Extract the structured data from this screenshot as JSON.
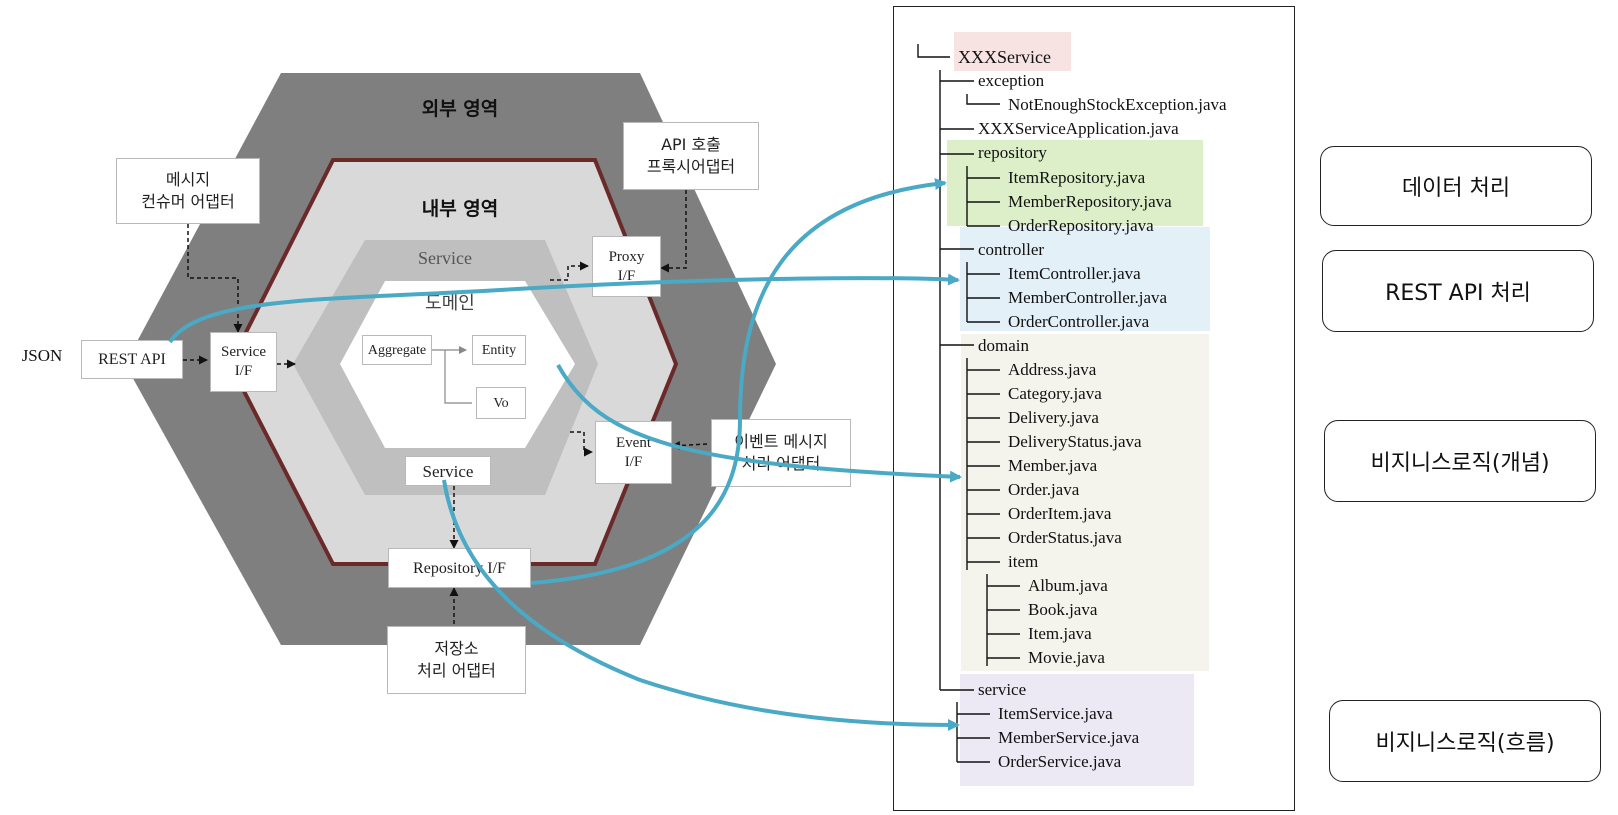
{
  "colors": {
    "outer_hex": "#7f7f7f",
    "inner_hex": "#d9d9d9",
    "inner_hex_border": "#6b2a2a",
    "service_hex": "#bfbfbf",
    "domain_hex": "#ffffff",
    "arrow": "#4aa9c4",
    "highlight_root": "#f8e3e3",
    "highlight_repository": "#dcefc8",
    "highlight_controller": "#e3f0f8",
    "highlight_domain": "#f4f4ec",
    "highlight_service": "#ece8f4"
  },
  "hexagon": {
    "outer_label": "외부 영역",
    "inner_label": "내부 영역",
    "service_ring_label": "Service",
    "domain_label": "도메인",
    "json_label": "JSON",
    "boxes": {
      "rest_api": "REST API",
      "service_if": "Service\nI/F",
      "proxy_if": "Proxy\nI/F",
      "event_if": "Event\nI/F",
      "repository_if": "Repository I/F",
      "service_bottom": "Service",
      "aggregate": "Aggregate",
      "entity": "Entity",
      "vo": "Vo",
      "msg_consumer": "메시지\n컨슈머 어댑터",
      "api_proxy": "API 호출\n프록시어댑터",
      "event_adapter": "이벤트 메시지\n처리 어댑터",
      "storage_adapter": "저장소\n처리 어댑터"
    }
  },
  "tree": {
    "root": "XXXService",
    "exception": "exception",
    "exception_file": "NotEnoughStockException.java",
    "app": "XXXServiceApplication.java",
    "repository": "repository",
    "repository_files": [
      "ItemRepository.java",
      "MemberRepository.java",
      "OrderRepository.java"
    ],
    "controller": "controller",
    "controller_files": [
      "ItemController.java",
      "MemberController.java",
      "OrderController.java"
    ],
    "domain": "domain",
    "domain_files": [
      "Address.java",
      "Category.java",
      "Delivery.java",
      "DeliveryStatus.java",
      "Member.java",
      "Order.java",
      "OrderItem.java",
      "OrderStatus.java"
    ],
    "item": "item",
    "item_files": [
      "Album.java",
      "Book.java",
      "Item.java",
      "Movie.java"
    ],
    "service": "service",
    "service_files": [
      "ItemService.java",
      "MemberService.java",
      "OrderService.java"
    ]
  },
  "legend": {
    "data": "데이터 처리",
    "rest": "REST API 처리",
    "biz_concept": "비지니스로직(개념)",
    "biz_flow": "비지니스로직(흐름)"
  }
}
